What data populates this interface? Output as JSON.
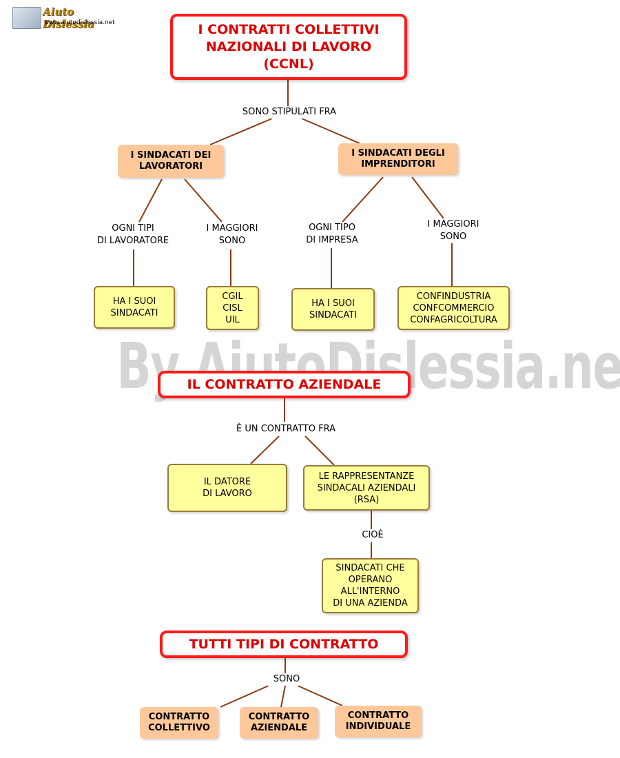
{
  "logo": {
    "name": "Aiuto Dislessia",
    "url": "www.aiutodislessia.net"
  },
  "watermark": "By AiutoDislessia.net",
  "nodes": {
    "ccnl_title": "I CONTRATTI COLLETTIVI\nNAZIONALI DI LAVORO\n(CCNL)",
    "sindacati_lavoratori": "I SINDACATI DEI\nLAVORATORI",
    "sindacati_imprenditori": "I SINDACATI DEGLI\nIMPRENDITORI",
    "ha_suoi_sindacati_1": "HA I SUOI\nSINDACATI",
    "cgil_cisl_uil": "CGIL\nCISL\nUIL",
    "ha_suoi_sindacati_2": "HA I SUOI\nSINDACATI",
    "confindustria": "CONFINDUSTRIA\nCONFCOMMERCIO\nCONFAGRICOLTURA",
    "aziendale_title": "IL CONTRATTO AZIENDALE",
    "datore": "IL DATORE\nDI LAVORO",
    "rsa": "LE RAPPRESENTANZE\nSINDACALI AZIENDALI\n(RSA)",
    "sindacati_operano": "SINDACATI CHE\nOPERANO\nALL'INTERNO\nDI UNA AZIENDA",
    "tutti_title": "TUTTI TIPI DI CONTRATTO",
    "collettivo": "CONTRATTO\nCOLLETTIVO",
    "aziendale": "CONTRATTO\nAZIENDALE",
    "individuale": "CONTRATTO\nINDIVIDUALE"
  },
  "labels": {
    "sono_stipulati": "SONO STIPULATI FRA",
    "ogni_tipi_lavoratore": "OGNI TIPI\nDI LAVORATORE",
    "maggiori_sono_1": "I MAGGIORI\nSONO",
    "ogni_tipo_impresa": "OGNI TIPO\nDI IMPRESA",
    "maggiori_sono_2": "I MAGGIORI\nSONO",
    "contratto_fra": "È UN CONTRATTO FRA",
    "cioe": "CIOÈ",
    "sono": "SONO"
  },
  "colors": {
    "title_border": "#ff1a1a",
    "orange_fill": "#fec89a",
    "yellow_fill": "#ffff9e",
    "link": "#8b3a10"
  }
}
